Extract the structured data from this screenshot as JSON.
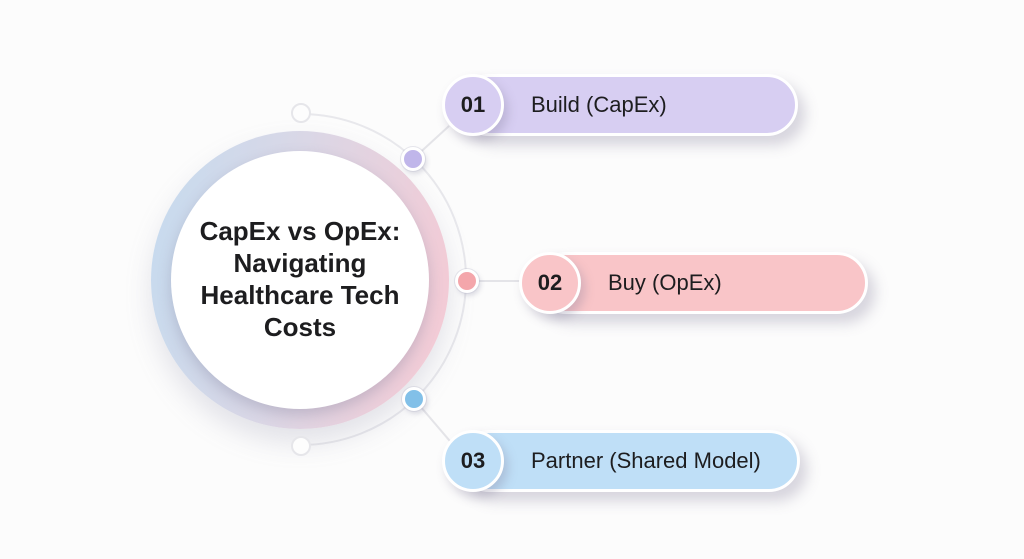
{
  "canvas": {
    "background": "#fcfcfc"
  },
  "center": {
    "title": "CapEx vs OpEx:\nNavigating\nHealthcare Tech\nCosts",
    "ring_gradient_left": "#c5dbef",
    "ring_gradient_mid": "#dad7e6",
    "ring_gradient_right": "#f6c9d3"
  },
  "items": [
    {
      "number": "01",
      "label": "Build (CapEx)",
      "pill_color": "#d7cef2",
      "dot_color": "#c0b6ea"
    },
    {
      "number": "02",
      "label": "Buy (OpEx)",
      "pill_color": "#f9c5c8",
      "dot_color": "#f4a6ab"
    },
    {
      "number": "03",
      "label": "Partner (Shared Model)",
      "pill_color": "#bfdff7",
      "dot_color": "#82c0e8"
    }
  ]
}
